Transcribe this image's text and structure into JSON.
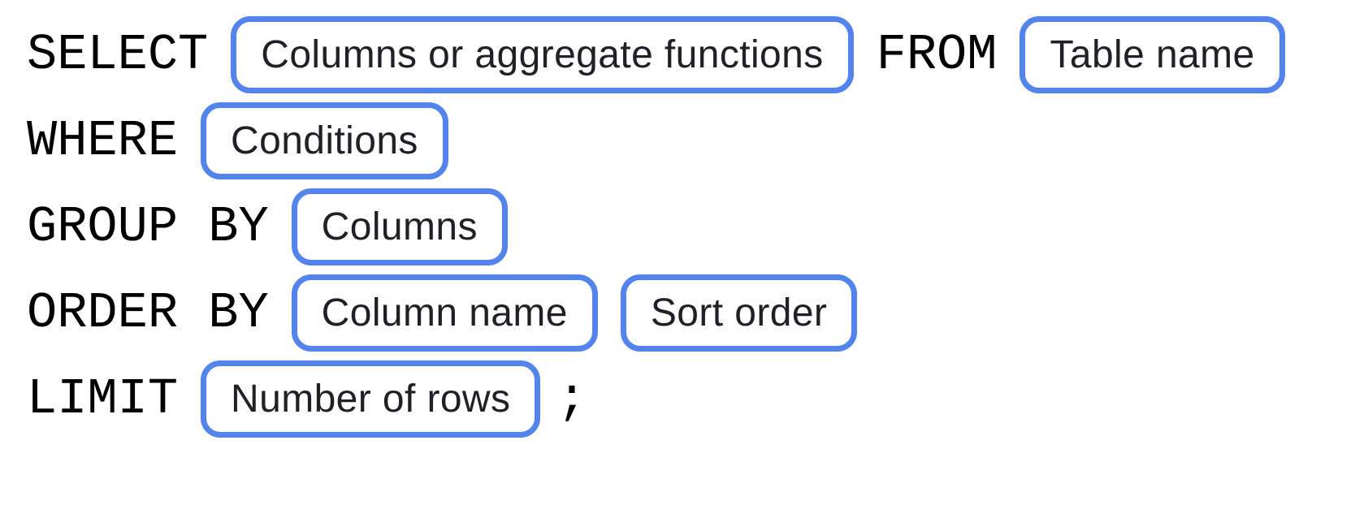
{
  "title": "SQL query structure diagram",
  "colors": {
    "pill_border": "#5383EC",
    "keyword_text": "#000000",
    "pill_text": "#202124",
    "background": "#FFFFFF"
  },
  "rows": [
    {
      "tokens": [
        {
          "kind": "keyword",
          "text": "SELECT"
        },
        {
          "kind": "pill",
          "text": "Columns or aggregate functions"
        },
        {
          "kind": "keyword",
          "text": "FROM"
        },
        {
          "kind": "pill",
          "text": "Table name"
        }
      ]
    },
    {
      "tokens": [
        {
          "kind": "keyword",
          "text": "WHERE"
        },
        {
          "kind": "pill",
          "text": "Conditions"
        }
      ]
    },
    {
      "tokens": [
        {
          "kind": "keyword",
          "text": "GROUP BY"
        },
        {
          "kind": "pill",
          "text": "Columns"
        }
      ]
    },
    {
      "tokens": [
        {
          "kind": "keyword",
          "text": "ORDER BY"
        },
        {
          "kind": "pill",
          "text": "Column name"
        },
        {
          "kind": "pill",
          "text": "Sort order"
        }
      ]
    },
    {
      "tokens": [
        {
          "kind": "keyword",
          "text": "LIMIT"
        },
        {
          "kind": "pill",
          "text": "Number of rows"
        },
        {
          "kind": "punctuation",
          "text": ";"
        }
      ]
    }
  ]
}
